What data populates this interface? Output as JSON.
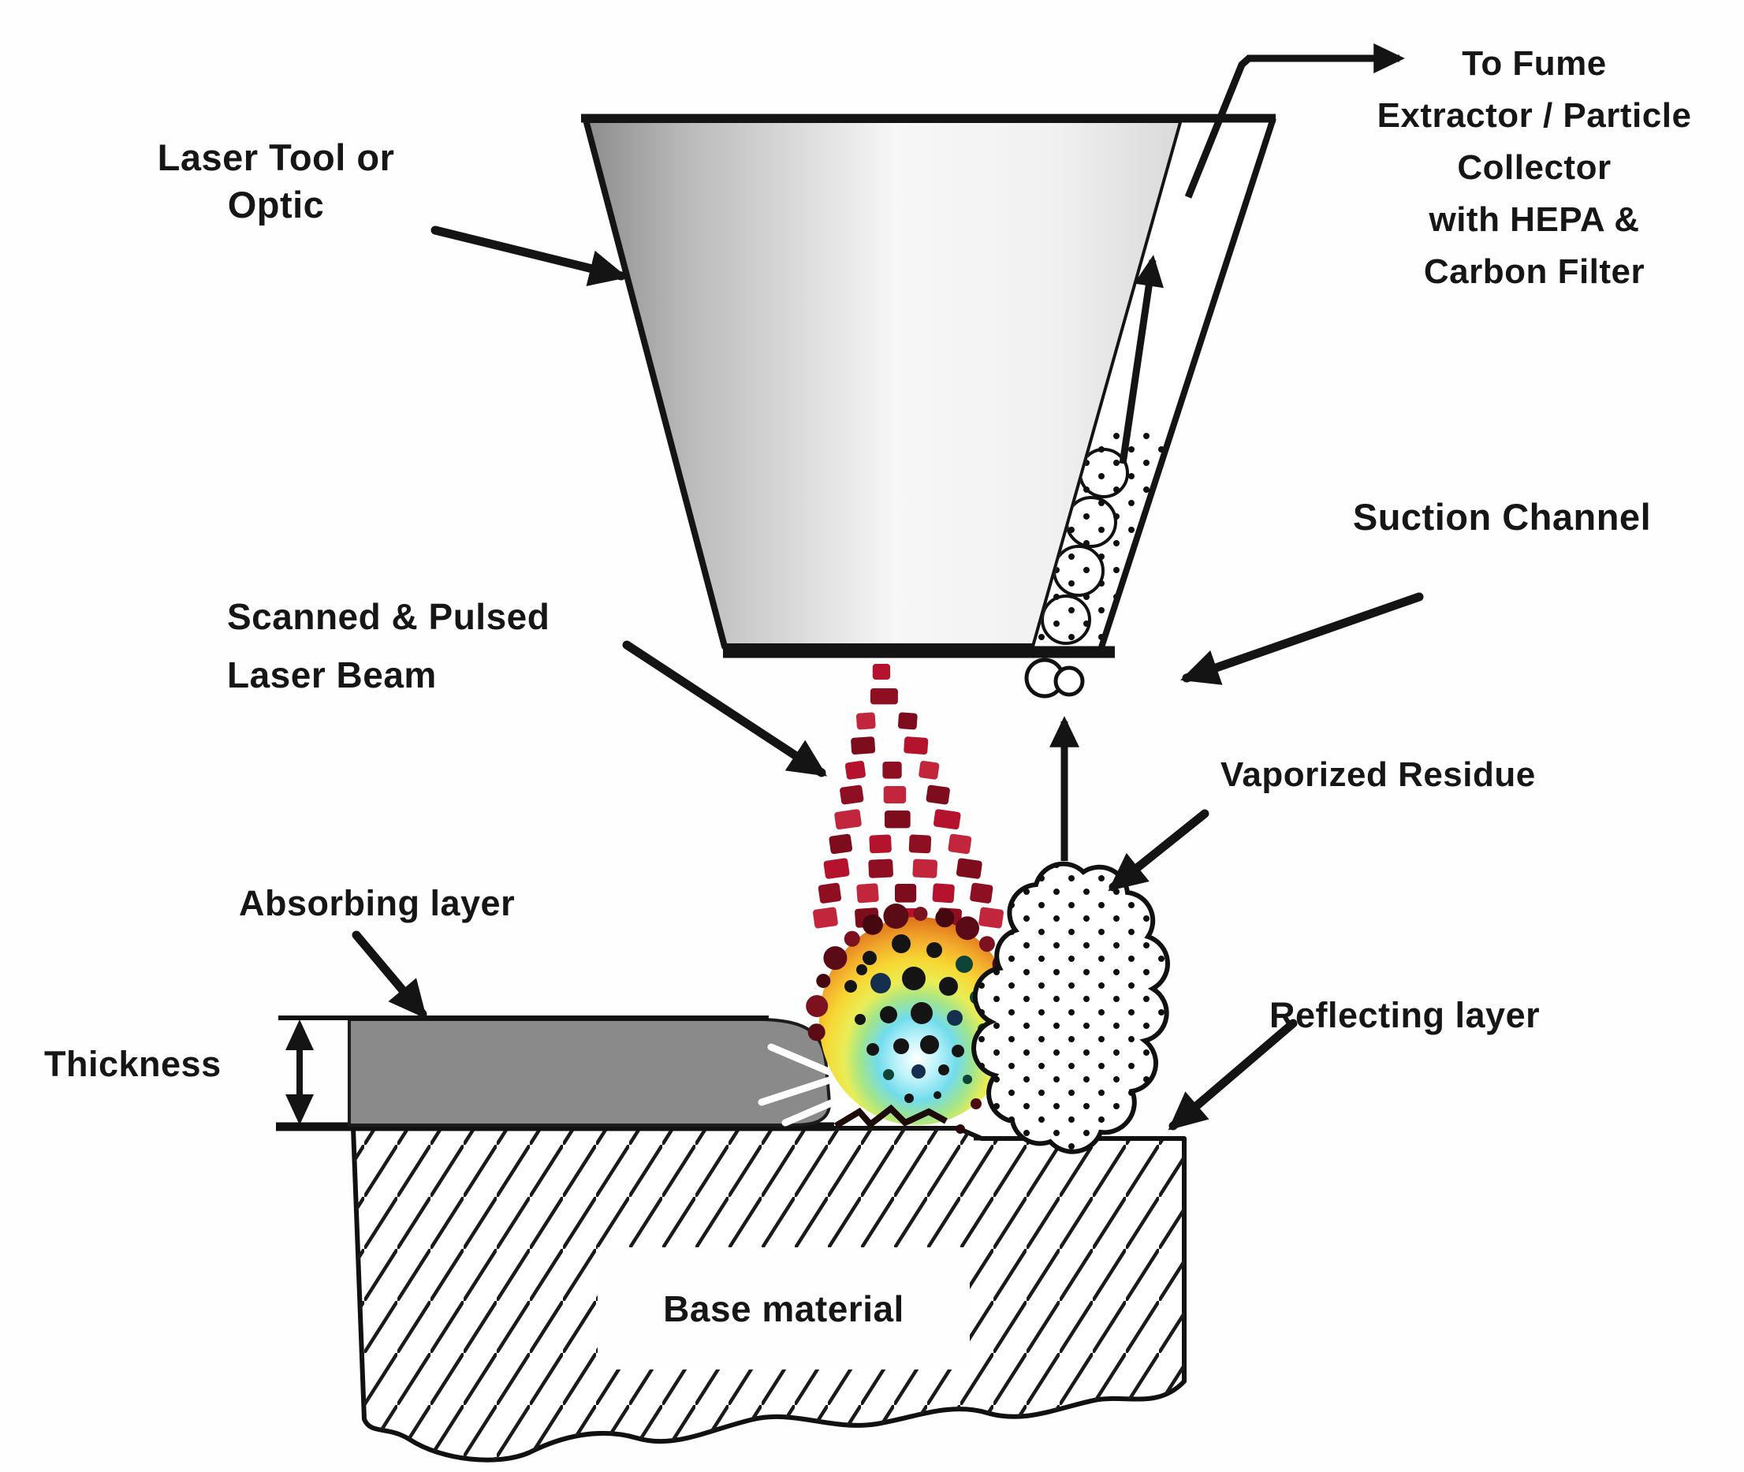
{
  "labels": {
    "laser_tool": {
      "line1": "Laser Tool or",
      "line2": "Optic"
    },
    "fume_extractor": {
      "line1": "To Fume",
      "line2": "Extractor / Particle",
      "line3": "Collector",
      "line4": "with HEPA &",
      "line5": "Carbon Filter"
    },
    "suction_channel": "Suction Channel",
    "laser_beam": {
      "line1": "Scanned & Pulsed",
      "line2": "Laser Beam"
    },
    "vaporized_residue": "Vaporized Residue",
    "absorbing_layer": "Absorbing layer",
    "thickness": "Thickness",
    "reflecting_layer": "Reflecting layer",
    "base_material": "Base material"
  },
  "colors": {
    "background": "#fefefe",
    "ink": "#161616",
    "absorbing_layer_gray": "#8a8a8a",
    "laser_beam_red": "#b5122e",
    "plasma_core_cyan": "#7fe2f0",
    "plasma_yellow": "#f0d935",
    "plasma_orange": "#f2a82b",
    "plasma_rim_red": "#5a0b15"
  }
}
